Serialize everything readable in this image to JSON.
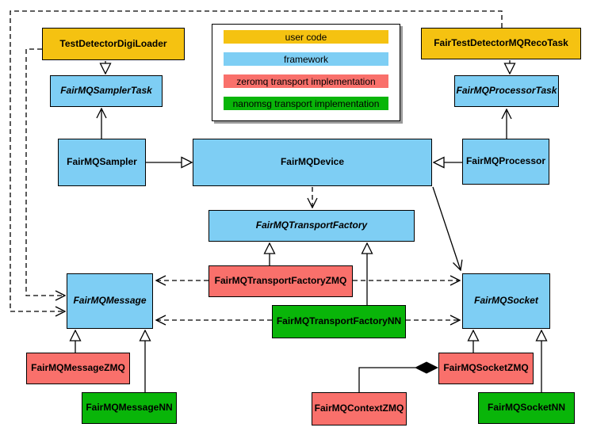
{
  "legend": {
    "items": [
      {
        "label": "user code",
        "color": "#F5C211"
      },
      {
        "label": "framework",
        "color": "#7ECEF4"
      },
      {
        "label": "zeromq transport implementation",
        "color": "#F9706B"
      },
      {
        "label": "nanomsg transport implementation",
        "color": "#09B509"
      }
    ]
  },
  "nodes": [
    {
      "label": "TestDetectorDigiLoader",
      "category": "user-code",
      "abstract": false
    },
    {
      "label": "FairMQSamplerTask",
      "category": "framework",
      "abstract": true
    },
    {
      "label": "FairMQSampler",
      "category": "framework",
      "abstract": false
    },
    {
      "label": "FairMQDevice",
      "category": "framework",
      "abstract": false
    },
    {
      "label": "FairTestDetectorMQRecoTask",
      "category": "user-code",
      "abstract": false
    },
    {
      "label": "FairMQProcessorTask",
      "category": "framework",
      "abstract": true
    },
    {
      "label": "FairMQProcessor",
      "category": "framework",
      "abstract": false
    },
    {
      "label": "FairMQTransportFactory",
      "category": "framework",
      "abstract": true
    },
    {
      "label": "FairMQTransportFactoryZMQ",
      "category": "zeromq",
      "abstract": false
    },
    {
      "label": "FairMQTransportFactoryNN",
      "category": "nanomsg",
      "abstract": false
    },
    {
      "label": "FairMQMessage",
      "category": "framework",
      "abstract": true
    },
    {
      "label": "FairMQSocket",
      "category": "framework",
      "abstract": true
    },
    {
      "label": "FairMQMessageZMQ",
      "category": "zeromq",
      "abstract": false
    },
    {
      "label": "FairMQMessageNN",
      "category": "nanomsg",
      "abstract": false
    },
    {
      "label": "FairMQSocketZMQ",
      "category": "zeromq",
      "abstract": false
    },
    {
      "label": "FairMQSocketNN",
      "category": "nanomsg",
      "abstract": false
    },
    {
      "label": "FairMQContextZMQ",
      "category": "zeromq",
      "abstract": false
    }
  ],
  "edges": [
    {
      "from": "TestDetectorDigiLoader",
      "to": "FairMQSamplerTask",
      "type": "inheritance"
    },
    {
      "from": "FairTestDetectorMQRecoTask",
      "to": "FairMQProcessorTask",
      "type": "inheritance"
    },
    {
      "from": "FairMQSampler",
      "to": "FairMQSamplerTask",
      "type": "association"
    },
    {
      "from": "FairMQProcessor",
      "to": "FairMQProcessorTask",
      "type": "association"
    },
    {
      "from": "FairMQSampler",
      "to": "FairMQDevice",
      "type": "inheritance"
    },
    {
      "from": "FairMQProcessor",
      "to": "FairMQDevice",
      "type": "inheritance"
    },
    {
      "from": "FairMQDevice",
      "to": "FairMQTransportFactory",
      "type": "dashed-dependency"
    },
    {
      "from": "FairMQDevice",
      "to": "FairMQSocket",
      "type": "association"
    },
    {
      "from": "FairMQTransportFactoryZMQ",
      "to": "FairMQTransportFactory",
      "type": "inheritance"
    },
    {
      "from": "FairMQTransportFactoryNN",
      "to": "FairMQTransportFactory",
      "type": "inheritance"
    },
    {
      "from": "FairMQTransportFactoryZMQ",
      "to": "FairMQMessage",
      "type": "dashed-dependency"
    },
    {
      "from": "FairMQTransportFactoryZMQ",
      "to": "FairMQSocket",
      "type": "dashed-dependency"
    },
    {
      "from": "FairMQTransportFactoryNN",
      "to": "FairMQMessage",
      "type": "dashed-dependency"
    },
    {
      "from": "FairMQTransportFactoryNN",
      "to": "FairMQSocket",
      "type": "dashed-dependency"
    },
    {
      "from": "TestDetectorDigiLoader",
      "to": "FairMQMessage",
      "type": "dashed-dependency"
    },
    {
      "from": "FairTestDetectorMQRecoTask",
      "to": "FairMQMessage",
      "type": "dashed-dependency"
    },
    {
      "from": "FairMQMessageZMQ",
      "to": "FairMQMessage",
      "type": "inheritance"
    },
    {
      "from": "FairMQMessageNN",
      "to": "FairMQMessage",
      "type": "inheritance"
    },
    {
      "from": "FairMQSocketZMQ",
      "to": "FairMQSocket",
      "type": "inheritance"
    },
    {
      "from": "FairMQSocketNN",
      "to": "FairMQSocket",
      "type": "inheritance"
    },
    {
      "from": "FairMQSocketZMQ",
      "to": "FairMQContextZMQ",
      "type": "composition"
    }
  ]
}
